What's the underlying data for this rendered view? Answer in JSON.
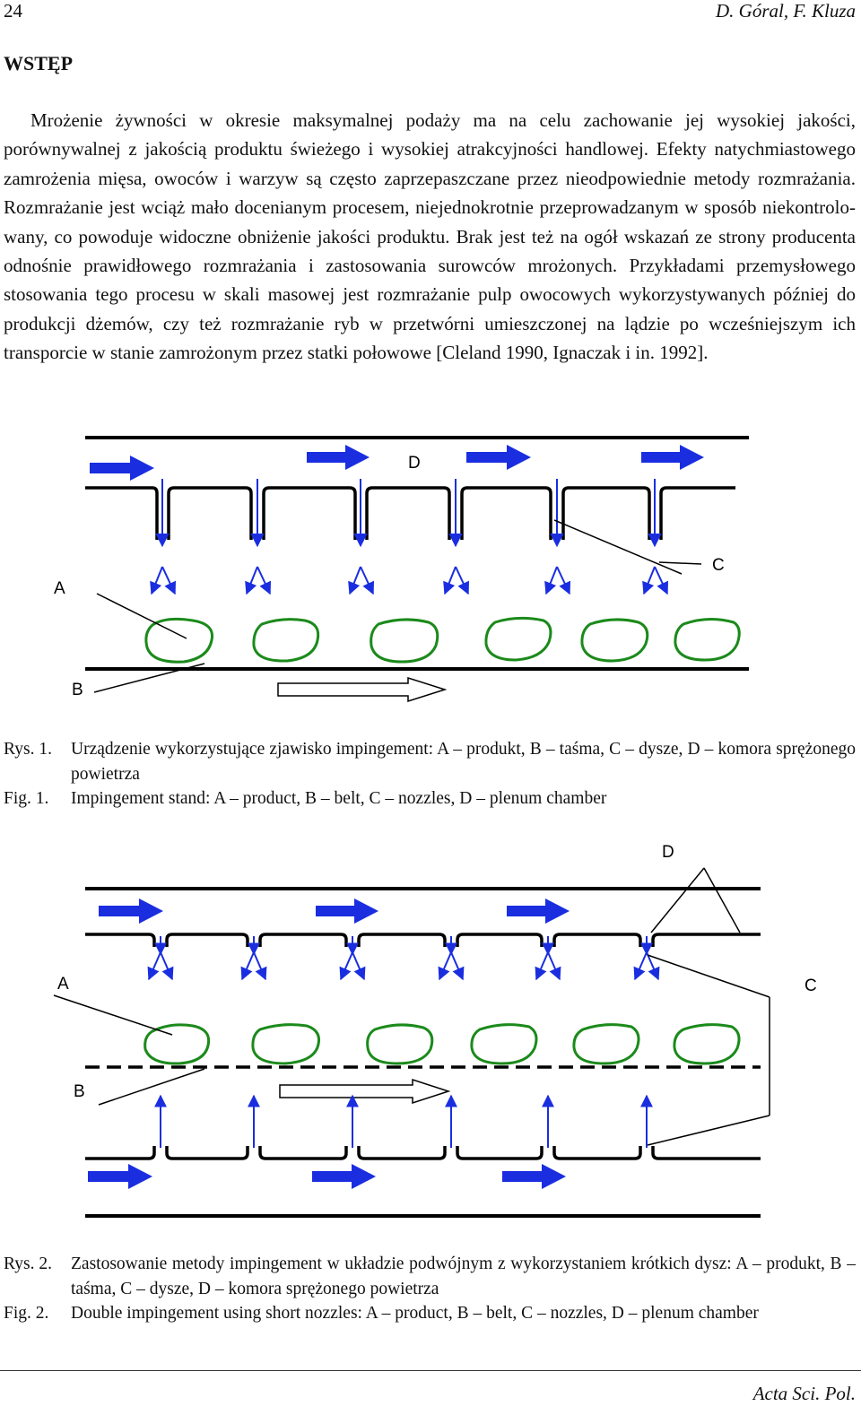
{
  "header": {
    "page_number": "24",
    "authors": "D. Góral, F. Kluza"
  },
  "section": {
    "heading": "WSTĘP",
    "paragraph": "Mrożenie żywności w okresie maksymalnej podaży ma na celu zachowanie jej wy­sokiej jakości, porównywalnej z jakością produktu świeżego i wysokiej atrakcyjności handlowej. Efekty natychmiastowego zamrożenia mięsa, owoców i warzyw są często zaprzepaszczane przez nieodpowiednie metody rozmrażania. Rozmrażanie jest wciąż mało docenianym procesem, niejednokrotnie przeprowadzanym w sposób niekontrolo­wany, co powoduje widoczne obniżenie jakości produktu. Brak jest też na ogół wskazań ze strony producenta odnośnie prawidłowego rozmrażania i zastosowania surowców mrożonych. Przykładami przemysłowego stosowania tego procesu w skali masowej jest rozmrażanie pulp owocowych wykorzystywanych później do produkcji dżemów, czy też rozmrażanie ryb w przetwórni umieszczonej na lądzie po wcześniejszym ich transporcie w stanie zamrożonym przez statki połowowe [Cleland 1990, Ignaczak i in. 1992]."
  },
  "figure1": {
    "labels": {
      "a": "A",
      "b": "B",
      "c": "C",
      "d": "D"
    },
    "caption_pl": {
      "label": "Rys. 1.",
      "text": "Urządzenie wykorzystujące zjawisko impingement: A – produkt, B – taśma, C – dysze, D – komora sprężonego powietrza"
    },
    "caption_en": {
      "label": "Fig. 1.",
      "text": "Impingement stand: A – product, B – belt, C – nozzles, D – plenum chamber"
    }
  },
  "figure2": {
    "labels": {
      "a": "A",
      "b": "B",
      "c": "C",
      "d": "D"
    },
    "caption_pl": {
      "label": "Rys. 2.",
      "text": "Zastosowanie metody impingement w układzie podwójnym z wykorzystaniem krótkich dysz: A – produkt, B – taśma, C – dysze, D – komora sprężonego powietrza"
    },
    "caption_en": {
      "label": "Fig. 2.",
      "text": "Double impingement using short nozzles: A – product, B – belt, C – nozzles, D – plenum chamber"
    }
  },
  "colors": {
    "arrow_blue": "#1a2ee0",
    "product_green": "#1b8a1b",
    "line_black": "#000000"
  },
  "footer": {
    "journal": "Acta Sci. Pol."
  }
}
